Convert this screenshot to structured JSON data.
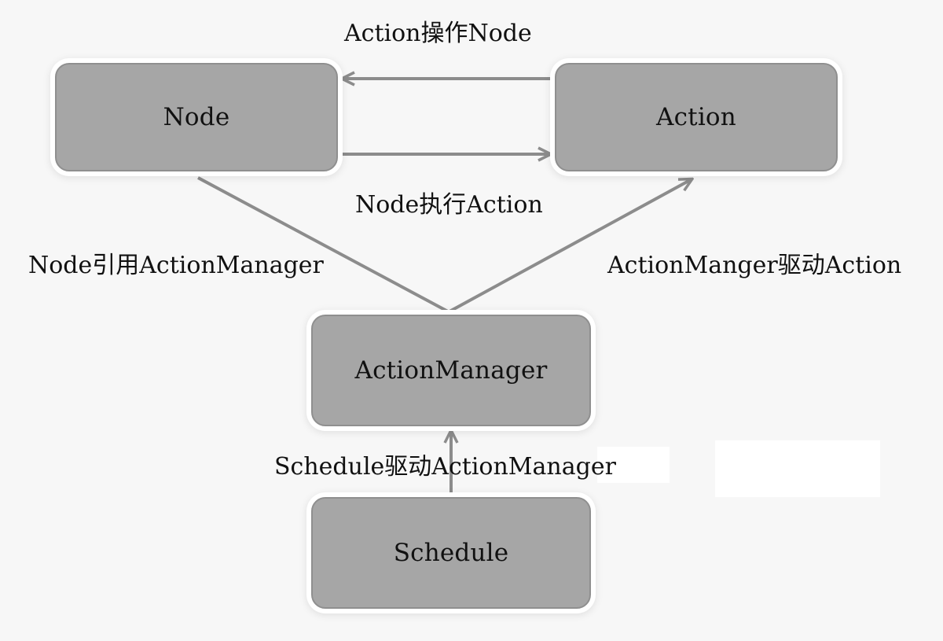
{
  "nodes": {
    "node": "Node",
    "action": "Action",
    "action_manager": "ActionManager",
    "schedule": "Schedule"
  },
  "edges": {
    "action_to_node": "Action操作Node",
    "node_to_action": "Node执行Action",
    "node_to_action_manager": "Node引用ActionManager",
    "action_manager_to_action": "ActionManger驱动Action",
    "schedule_to_action_manager": "Schedule驱动ActionManager"
  },
  "colors": {
    "box_fill": "#a6a6a6",
    "arrow": "#8c8c8c",
    "background": "#f7f7f7"
  }
}
